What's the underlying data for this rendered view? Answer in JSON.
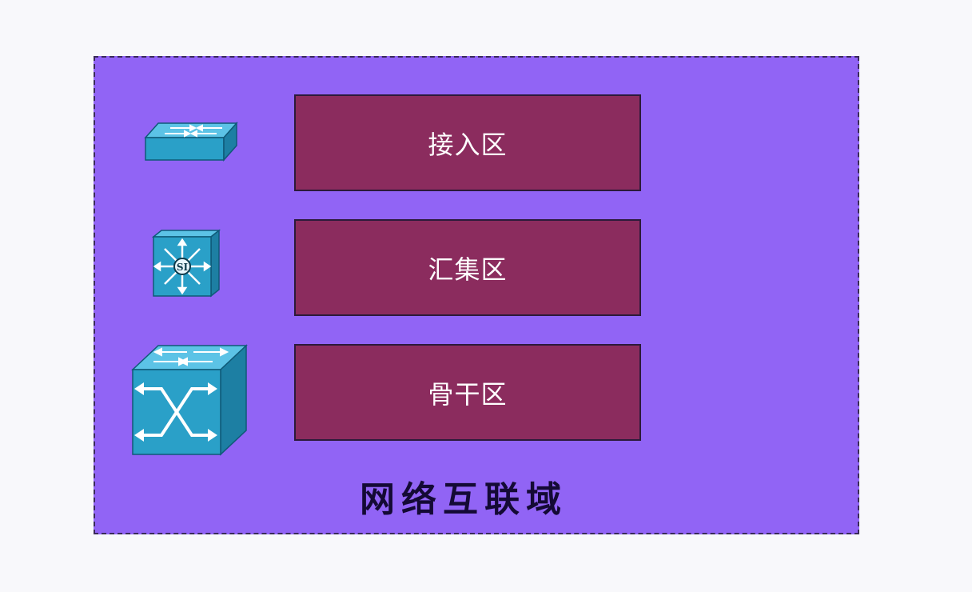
{
  "diagram": {
    "domain_label": "网络互联域",
    "zones": [
      {
        "label": "接入区",
        "icon": "access-switch-icon"
      },
      {
        "label": "汇集区",
        "icon": "multilayer-switch-icon"
      },
      {
        "label": "骨干区",
        "icon": "core-switch-icon"
      }
    ],
    "multilayer_switch_badge": "SI",
    "colors": {
      "background": "#f8f8fb",
      "domain_fill": "#9164f5",
      "domain_border": "#3a2a5a",
      "zone_fill": "#8b2c5e",
      "zone_text": "#ffffff",
      "icon_blue": "#2aa0c8",
      "label_text": "#140a35"
    }
  }
}
